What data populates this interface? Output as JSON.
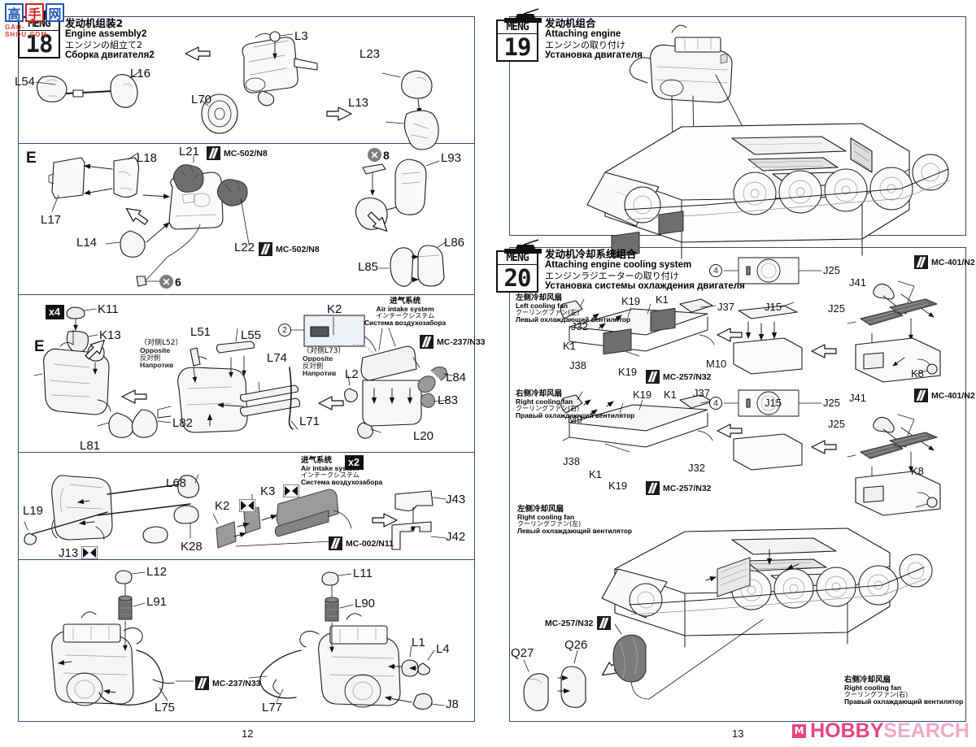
{
  "document": {
    "type": "model-kit-instruction-manual",
    "brand": "MENG",
    "left_page_number": "12",
    "right_page_number": "13"
  },
  "watermarks": {
    "gaoshou": {
      "chars": [
        "高",
        "手",
        "网"
      ],
      "url": "GAO-SHOU.COM"
    },
    "hobby_search": {
      "mark": "M",
      "part1": "HOBBY",
      "part2": "SEARCH"
    }
  },
  "steps": [
    {
      "number": "18",
      "brand": "MENG",
      "title_cn": "发动机组装2",
      "title_en": "Engine assembly2",
      "title_jp": "エンジンの組立て2",
      "title_ru": "Сборка двигателя2"
    },
    {
      "number": "19",
      "brand": "MENG",
      "title_cn": "发动机组合",
      "title_en": "Attaching engine",
      "title_jp": "エンジンの取り付け",
      "title_ru": "Установка двигателя"
    },
    {
      "number": "20",
      "brand": "MENG",
      "title_cn": "发动机冷却系统组合",
      "title_en": "Attaching engine cooling system",
      "title_jp": "エンジンラジエーターの取り付け",
      "title_ru": "Установка системы охлаждения двигателя"
    }
  ],
  "callouts": {
    "air_intake": {
      "cn": "进气系统",
      "en": "Air intake system",
      "jp": "インテークシステム",
      "ru": "Система воздухозабора"
    },
    "opposite": {
      "cn_52": "（对侧L52）",
      "cn_73": "（对侧L73）",
      "en": "Opposite",
      "jp": "反対側",
      "ru": "Напротив"
    },
    "left_fan": {
      "cn": "左侧冷却风扇",
      "en": "Left cooling fan",
      "jp": "クーリングファン(左)",
      "ru": "Левый охлаждающий вентилятор"
    },
    "right_fan": {
      "cn": "右侧冷却风扇",
      "en": "Right cooling fan",
      "jp": "クーリングファン(右)",
      "ru": "Правый охлаждающий вентилятор"
    }
  },
  "badges": {
    "x4": "x4",
    "x2": "x2",
    "nogl_8": "8",
    "nogl_6": "6",
    "circ_2": "2",
    "circ_4a": "4",
    "circ_4b": "4"
  },
  "paint_codes": {
    "mc502_n8_a": "MC-502/N8",
    "mc502_n8_b": "MC-502/N8",
    "mc237_n33_a": "MC-237/N33",
    "mc237_n33_b": "MC-237/N33",
    "mc002_n11": "MC-002/N11",
    "mc257_n32_a": "MC-257/N32",
    "mc257_n32_b": "MC-257/N32",
    "mc257_n32_c": "MC-257/N32",
    "mc401_n2_a": "MC-401/N2",
    "mc401_n2_b": "MC-401/N2"
  },
  "section_letters": {
    "e1": "E",
    "e2": "E"
  },
  "parts": {
    "step18_top": [
      "L54",
      "L16",
      "L3",
      "L23",
      "L70",
      "L13"
    ],
    "step18_mid": [
      "L18",
      "L17",
      "L14",
      "L21",
      "L22",
      "L93",
      "L85",
      "L86"
    ],
    "step18_lower": [
      "K11",
      "K13",
      "L51",
      "L55",
      "L74",
      "L71",
      "K2",
      "L2",
      "L20",
      "L83",
      "L84",
      "L81",
      "L82",
      "L19",
      "L68",
      "K28",
      "J13",
      "K2",
      "K3",
      "J43",
      "J42"
    ],
    "step18_bottom": [
      "L12",
      "L91",
      "L75",
      "L11",
      "L90",
      "L77",
      "L1",
      "L4",
      "J8"
    ],
    "step20_left_fan": [
      "J32",
      "K19",
      "K1",
      "J37",
      "J38",
      "K19",
      "M10",
      "J15",
      "J25",
      "J41",
      "J25",
      "K8"
    ],
    "step20_right_fan": [
      "M9",
      "K19",
      "K1",
      "J37",
      "J38",
      "K1",
      "J32",
      "K19",
      "J15",
      "J25",
      "J41",
      "J25",
      "K8"
    ],
    "step20_bottom": [
      "Q27",
      "Q26"
    ]
  },
  "labels": {
    "L54": "L54",
    "L16": "L16",
    "L3": "L3",
    "L23": "L23",
    "L70": "L70",
    "L13": "L13",
    "L18": "L18",
    "L17": "L17",
    "L14": "L14",
    "L21": "L21",
    "L22": "L22",
    "L93": "L93",
    "L85": "L85",
    "L86": "L86",
    "K11": "K11",
    "K13": "K13",
    "L51": "L51",
    "L55": "L55",
    "L74": "L74",
    "L71": "L71",
    "K2a": "K2",
    "L2": "L2",
    "L20": "L20",
    "L83": "L83",
    "L84": "L84",
    "L81": "L81",
    "L82": "L82",
    "L19": "L19",
    "L68": "L68",
    "K28": "K28",
    "J13": "J13",
    "K2b": "K2",
    "K3": "K3",
    "J43": "J43",
    "J42": "J42",
    "L12": "L12",
    "L91": "L91",
    "L75": "L75",
    "L11": "L11",
    "L90": "L90",
    "L77": "L77",
    "L1": "L1",
    "L4": "L4",
    "J8": "J8",
    "J32a": "J32",
    "K19a": "K19",
    "K1a": "K1",
    "J37a": "J37",
    "J38a": "J38",
    "K19b": "K19",
    "K1b": "K1",
    "M10": "M10",
    "J15a": "J15",
    "J25a": "J25",
    "J41a": "J41",
    "J25b": "J25",
    "K8a": "K8",
    "M9": "M9",
    "K19c": "K19",
    "K1c": "K1",
    "J37b": "J37",
    "J38b": "J38",
    "K1d": "K1",
    "J32b": "J32",
    "K19d": "K19",
    "J15b": "J15",
    "J25c": "J25",
    "J41b": "J41",
    "J25d": "J25",
    "K8b": "K8",
    "Q27": "Q27",
    "Q26": "Q26"
  },
  "colors": {
    "frame": "#3a4a6b",
    "line": "#1a1a1a",
    "dark_part": "#6b6b6b",
    "mid_part": "#9a9a9a",
    "accent_pink": "#e8447f",
    "logo_blue": "#1c57b5",
    "logo_red": "#cf2020"
  }
}
